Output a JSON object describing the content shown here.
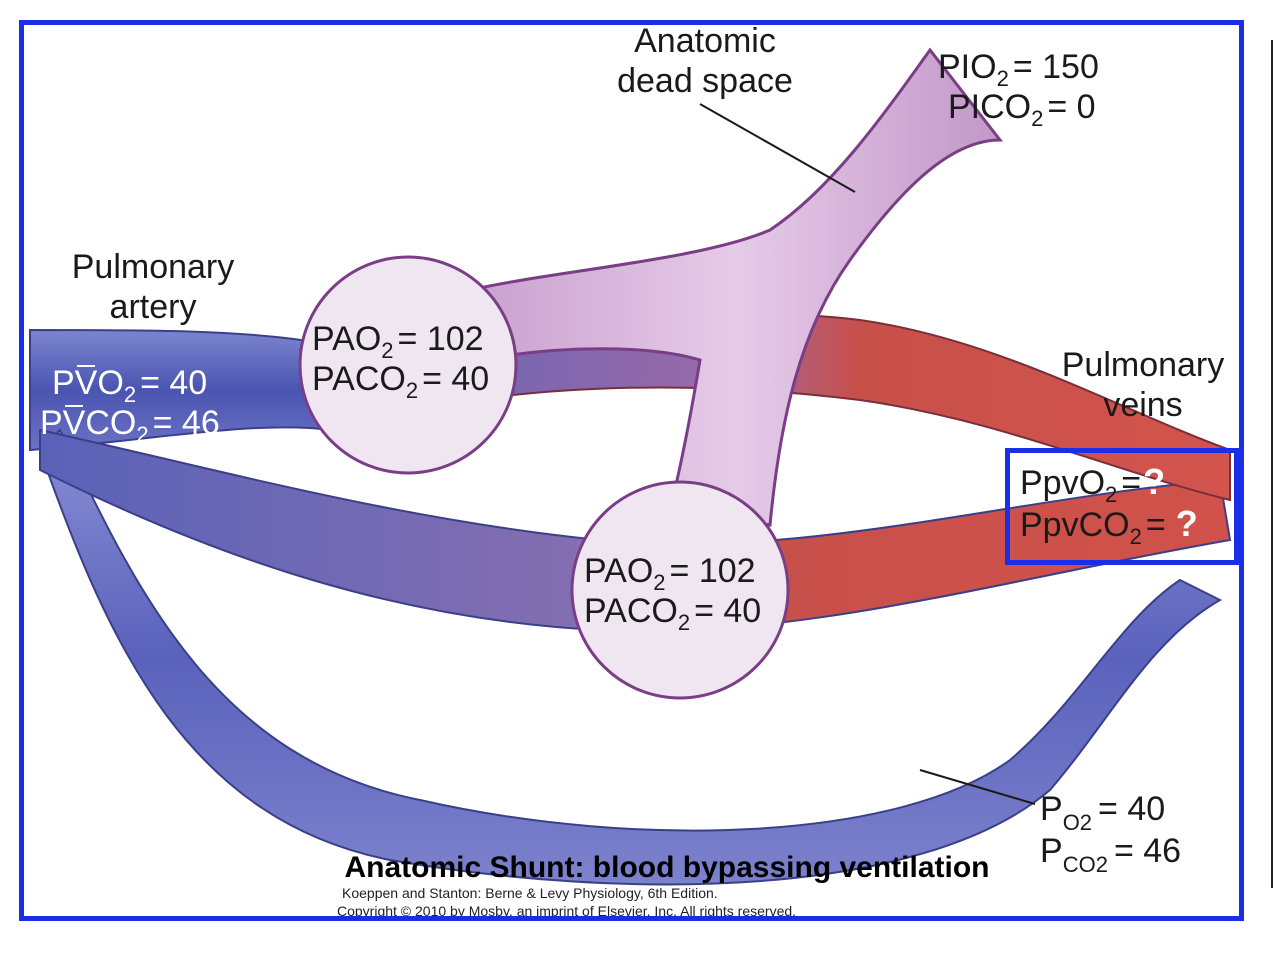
{
  "labels": {
    "dead_space_line1": "Anatomic",
    "dead_space_line2": "dead space",
    "pulmonary_artery_line1": "Pulmonary",
    "pulmonary_artery_line2": "artery",
    "pulmonary_veins_line1": "Pulmonary",
    "pulmonary_veins_line2": "veins"
  },
  "inspired": {
    "po2_prefix": "PIO",
    "po2_sub": "2",
    "po2_value": "= 150",
    "pco2_prefix": "PICO",
    "pco2_sub": "2",
    "pco2_value": "= 0"
  },
  "alveolus_upper": {
    "po2_prefix": "PAO",
    "po2_sub": "2",
    "po2_value": "= 102",
    "pco2_prefix": "PACO",
    "pco2_sub": "2",
    "pco2_value": "= 40"
  },
  "alveolus_lower": {
    "po2_prefix": "PAO",
    "po2_sub": "2",
    "po2_value": "= 102",
    "pco2_prefix": "PACO",
    "pco2_sub": "2",
    "pco2_value": "= 40"
  },
  "mixed_venous": {
    "po2_prefix": "PVO",
    "po2_sub": "2",
    "po2_value": "= 40",
    "pco2_prefix": "PVCO",
    "pco2_sub": "2",
    "pco2_value": "= 46"
  },
  "pulmonary_vein": {
    "po2_prefix": "PpvO",
    "po2_sub": "2",
    "po2_eq": "=",
    "po2_value": "?",
    "pco2_prefix": "PpvCO",
    "pco2_sub": "2",
    "pco2_eq": "=",
    "pco2_value": "?"
  },
  "shunt": {
    "po2_prefix": "P",
    "po2_sub": "O2",
    "po2_value": "= 40",
    "pco2_prefix": "P",
    "pco2_sub": "CO2",
    "pco2_value": "= 46"
  },
  "caption": "Anatomic Shunt: blood bypassing ventilation",
  "credit_line1": "Koeppen and Stanton: Berne & Levy Physiology, 6th Edition.",
  "credit_line2": "Copyright © 2010 by Mosby, an imprint of Elsevier, Inc. All rights reserved.",
  "colors": {
    "frame": "#1a2ee8",
    "venous_blue": "#5560b8",
    "arterial_red": "#c8504a",
    "airway_lilac": "#d8b4dc",
    "alveolus_fill": "#f0e6f2"
  }
}
